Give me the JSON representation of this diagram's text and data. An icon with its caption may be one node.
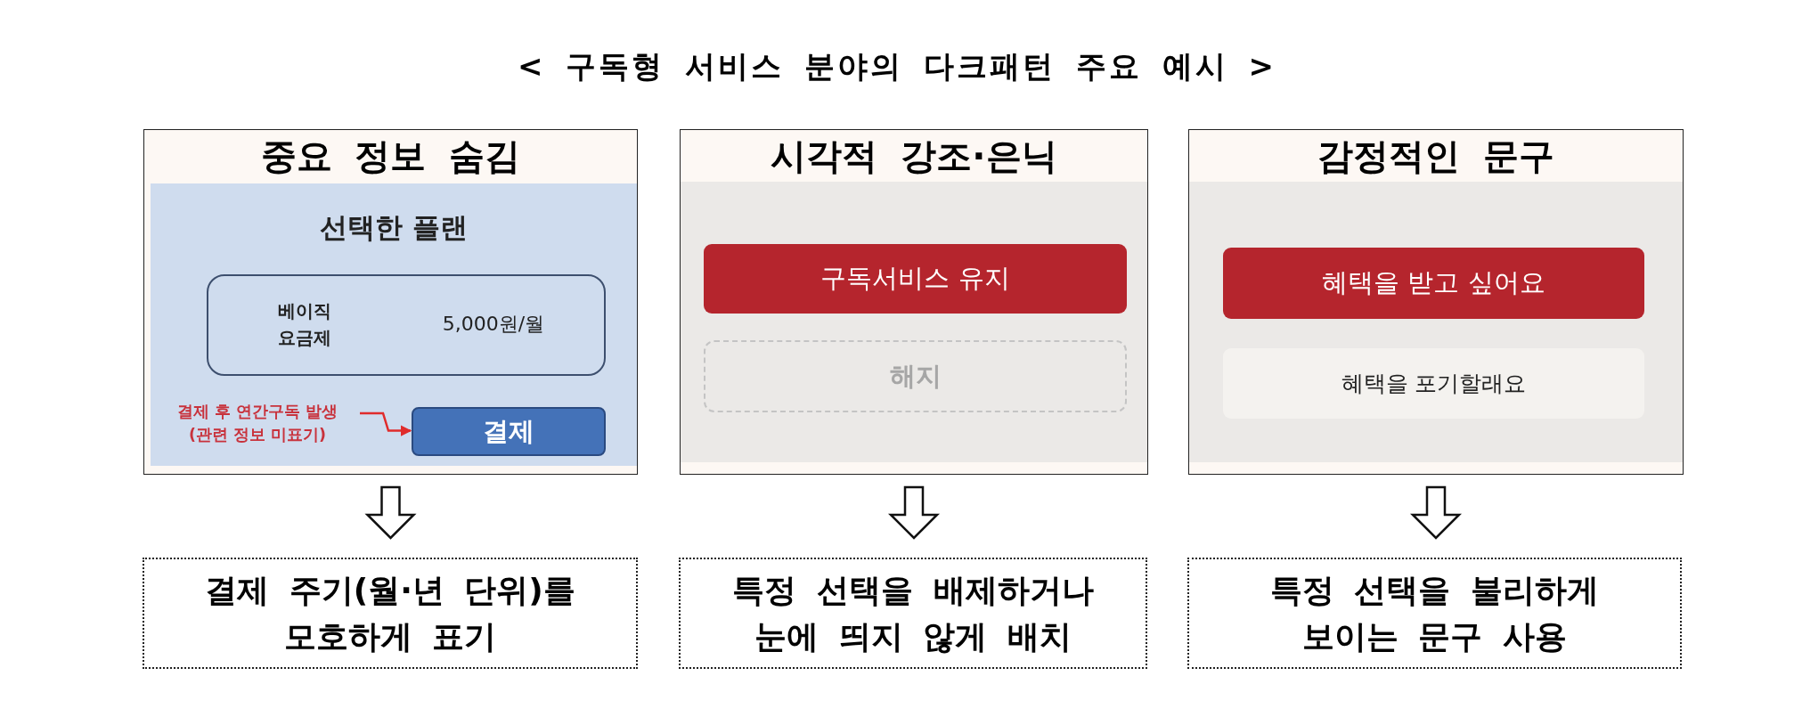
{
  "diagram": {
    "title": "< 구독형 서비스 분야의 다크패턴 주요 예시 >",
    "nodes": [
      {
        "text": [
          "중요 정보 숨김"
        ]
      },
      {
        "text": [
          "선택한 플랜"
        ],
        "in": 0
      },
      {
        "text": [
          "베이직 요금제",
          "5,000원/월"
        ],
        "in": 1
      },
      {
        "text": [
          "결제 후 연간구독 발생 (관련 정보 미표기)"
        ],
        "in": 1
      },
      {
        "text": [
          "결제"
        ],
        "in": 1
      },
      {
        "text": [
          "시각적 강조·은닉"
        ]
      },
      {
        "text": [
          "구독서비스 유지"
        ],
        "in": 5
      },
      {
        "text": [
          "해지"
        ],
        "in": 5
      },
      {
        "text": [
          "감정적인 문구"
        ]
      },
      {
        "text": [
          "혜택을 받고 싶어요"
        ],
        "in": 8
      },
      {
        "text": [
          "혜택을 포기할래요"
        ],
        "in": 8
      },
      {
        "text": [
          "결제 주기(월·년 단위)를 모호하게 표기"
        ]
      },
      {
        "text": [
          "특정 선택을 배제하거나 눈에 띄지 않게 배치"
        ]
      },
      {
        "text": [
          "특정 선택을 불리하게 보이는 문구 사용"
        ]
      }
    ],
    "edges": [
      {
        "from": 3,
        "to": 4,
        "arrow": "to",
        "color": "#e02b2b"
      },
      {
        "from": 0,
        "to": 11,
        "arrow": "to"
      },
      {
        "from": 5,
        "to": 12,
        "arrow": "to"
      },
      {
        "from": 8,
        "to": 13,
        "arrow": "to"
      }
    ]
  }
}
